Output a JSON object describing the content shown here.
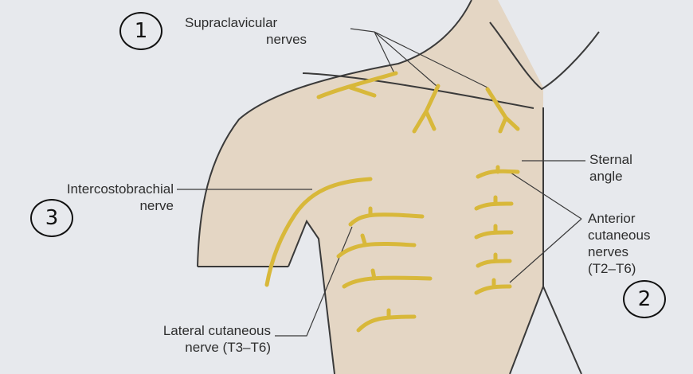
{
  "labels": {
    "supraclavicular": [
      "Supraclavicular",
      "nerves"
    ],
    "sternal_angle": [
      "Sternal",
      "angle"
    ],
    "anterior_cutaneous": [
      "Anterior",
      "cutaneous",
      "nerves",
      "(T2–T6)"
    ],
    "intercostobrachial": [
      "Intercostobrachial",
      "nerve"
    ],
    "lateral_cutaneous": [
      "Lateral cutaneous",
      "nerve (T3–T6)"
    ]
  },
  "handwritten_marks": [
    "1",
    "2",
    "3"
  ],
  "colors": {
    "skin": "#e4d6c4",
    "nerve": "#d8b83a",
    "paper": "#e7e9ed",
    "outline": "#3a3a3a"
  }
}
